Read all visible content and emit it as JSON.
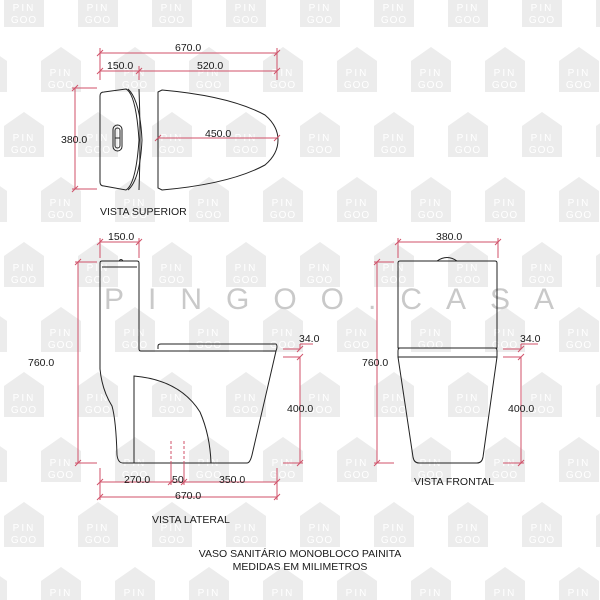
{
  "watermark": {
    "tile_text_line1": "PIN",
    "tile_text_line2": "GOO",
    "brand_text": "PINGOO.CASA",
    "color": "#ebebeb"
  },
  "colors": {
    "dimension_line": "#d0526a",
    "outline": "#222222",
    "text": "#1a1a1a"
  },
  "views": {
    "top": {
      "label": "VISTA SUPERIOR",
      "dims": {
        "overall_length": "670.0",
        "tank_depth": "150.0",
        "bowl_length": "520.0",
        "width": "380.0",
        "seat_length": "450.0"
      }
    },
    "side": {
      "label": "VISTA LATERAL",
      "dims": {
        "tank_depth": "150.0",
        "overall_height": "760.0",
        "seat_thickness": "34.0",
        "seat_height": "400.0",
        "rear_to_outlet": "270.0",
        "outlet_width": "50",
        "outlet_to_front": "350.0",
        "overall_length": "670.0"
      }
    },
    "front": {
      "label": "VISTA FRONTAL",
      "dims": {
        "width": "380.0",
        "overall_height": "760.0",
        "seat_thickness": "34.0",
        "seat_height": "400.0"
      }
    }
  },
  "footer": {
    "line1": "VASO SANITÁRIO MONOBLOCO PAINITA",
    "line2": "MEDIDAS EM MILIMETROS"
  }
}
